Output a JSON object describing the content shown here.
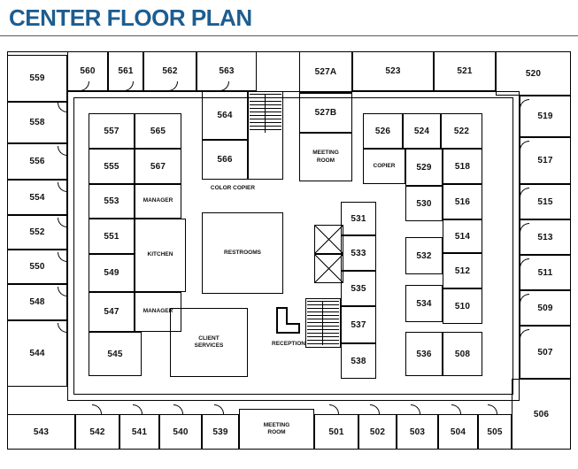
{
  "title": "CENTER FLOOR PLAN",
  "colors": {
    "title": "#1d5d90",
    "wall": "#000000"
  },
  "rooms": {
    "r501": "501",
    "r502": "502",
    "r503": "503",
    "r504": "504",
    "r505": "505",
    "r506": "506",
    "r507": "507",
    "r508": "508",
    "r509": "509",
    "r510": "510",
    "r511": "511",
    "r512": "512",
    "r513": "513",
    "r514": "514",
    "r515": "515",
    "r516": "516",
    "r517": "517",
    "r518": "518",
    "r519": "519",
    "r520": "520",
    "r521": "521",
    "r522": "522",
    "r523": "523",
    "r524": "524",
    "r526": "526",
    "r527A": "527A",
    "r527B": "527B",
    "r529": "529",
    "r530": "530",
    "r531": "531",
    "r532": "532",
    "r533": "533",
    "r534": "534",
    "r535": "535",
    "r536": "536",
    "r537": "537",
    "r538": "538",
    "r539": "539",
    "r540": "540",
    "r541": "541",
    "r542": "542",
    "r543": "543",
    "r544": "544",
    "r545": "545",
    "r547": "547",
    "r548": "548",
    "r549": "549",
    "r550": "550",
    "r551": "551",
    "r552": "552",
    "r553": "553",
    "r554": "554",
    "r555": "555",
    "r556": "556",
    "r557": "557",
    "r558": "558",
    "r559": "559",
    "r560": "560",
    "r561": "561",
    "r562": "562",
    "r563": "563",
    "r564": "564",
    "r565": "565",
    "r566": "566",
    "r567": "567"
  },
  "labels": {
    "manager": "MANAGER",
    "kitchen": "KITCHEN",
    "restrooms": "RESTROOMS",
    "reception": "RECEPTION",
    "client_services": "CLIENT SERVICES",
    "meeting_room": "MEETING ROOM",
    "copier": "COPIER",
    "color_copier": "COLOR COPIER"
  }
}
